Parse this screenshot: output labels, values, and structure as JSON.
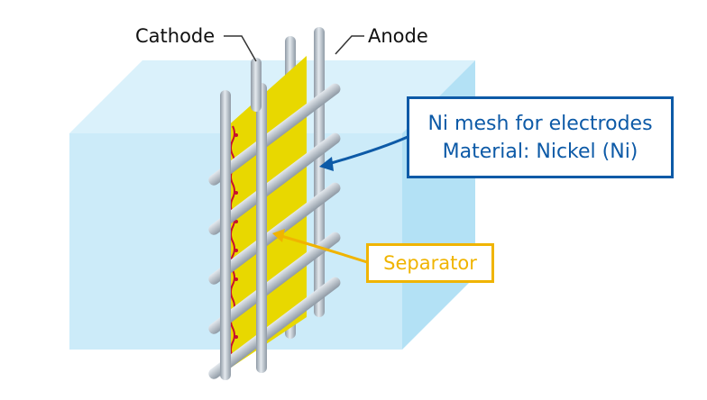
{
  "labels": {
    "cathode": "Cathode",
    "anode": "Anode",
    "mesh_line1": "Ni mesh for electrodes",
    "mesh_line2": "Material: Nickel (Ni)",
    "separator": "Separator"
  },
  "colors": {
    "electrolyte": "#bfe6f7",
    "electrolyte_side": "#8fd0ee",
    "separator": "#e8d800",
    "separator_edge": "#c8102e",
    "rod": "#b9c2cb",
    "callout_blue": "#0d5aa7",
    "callout_yellow": "#f0b400"
  }
}
